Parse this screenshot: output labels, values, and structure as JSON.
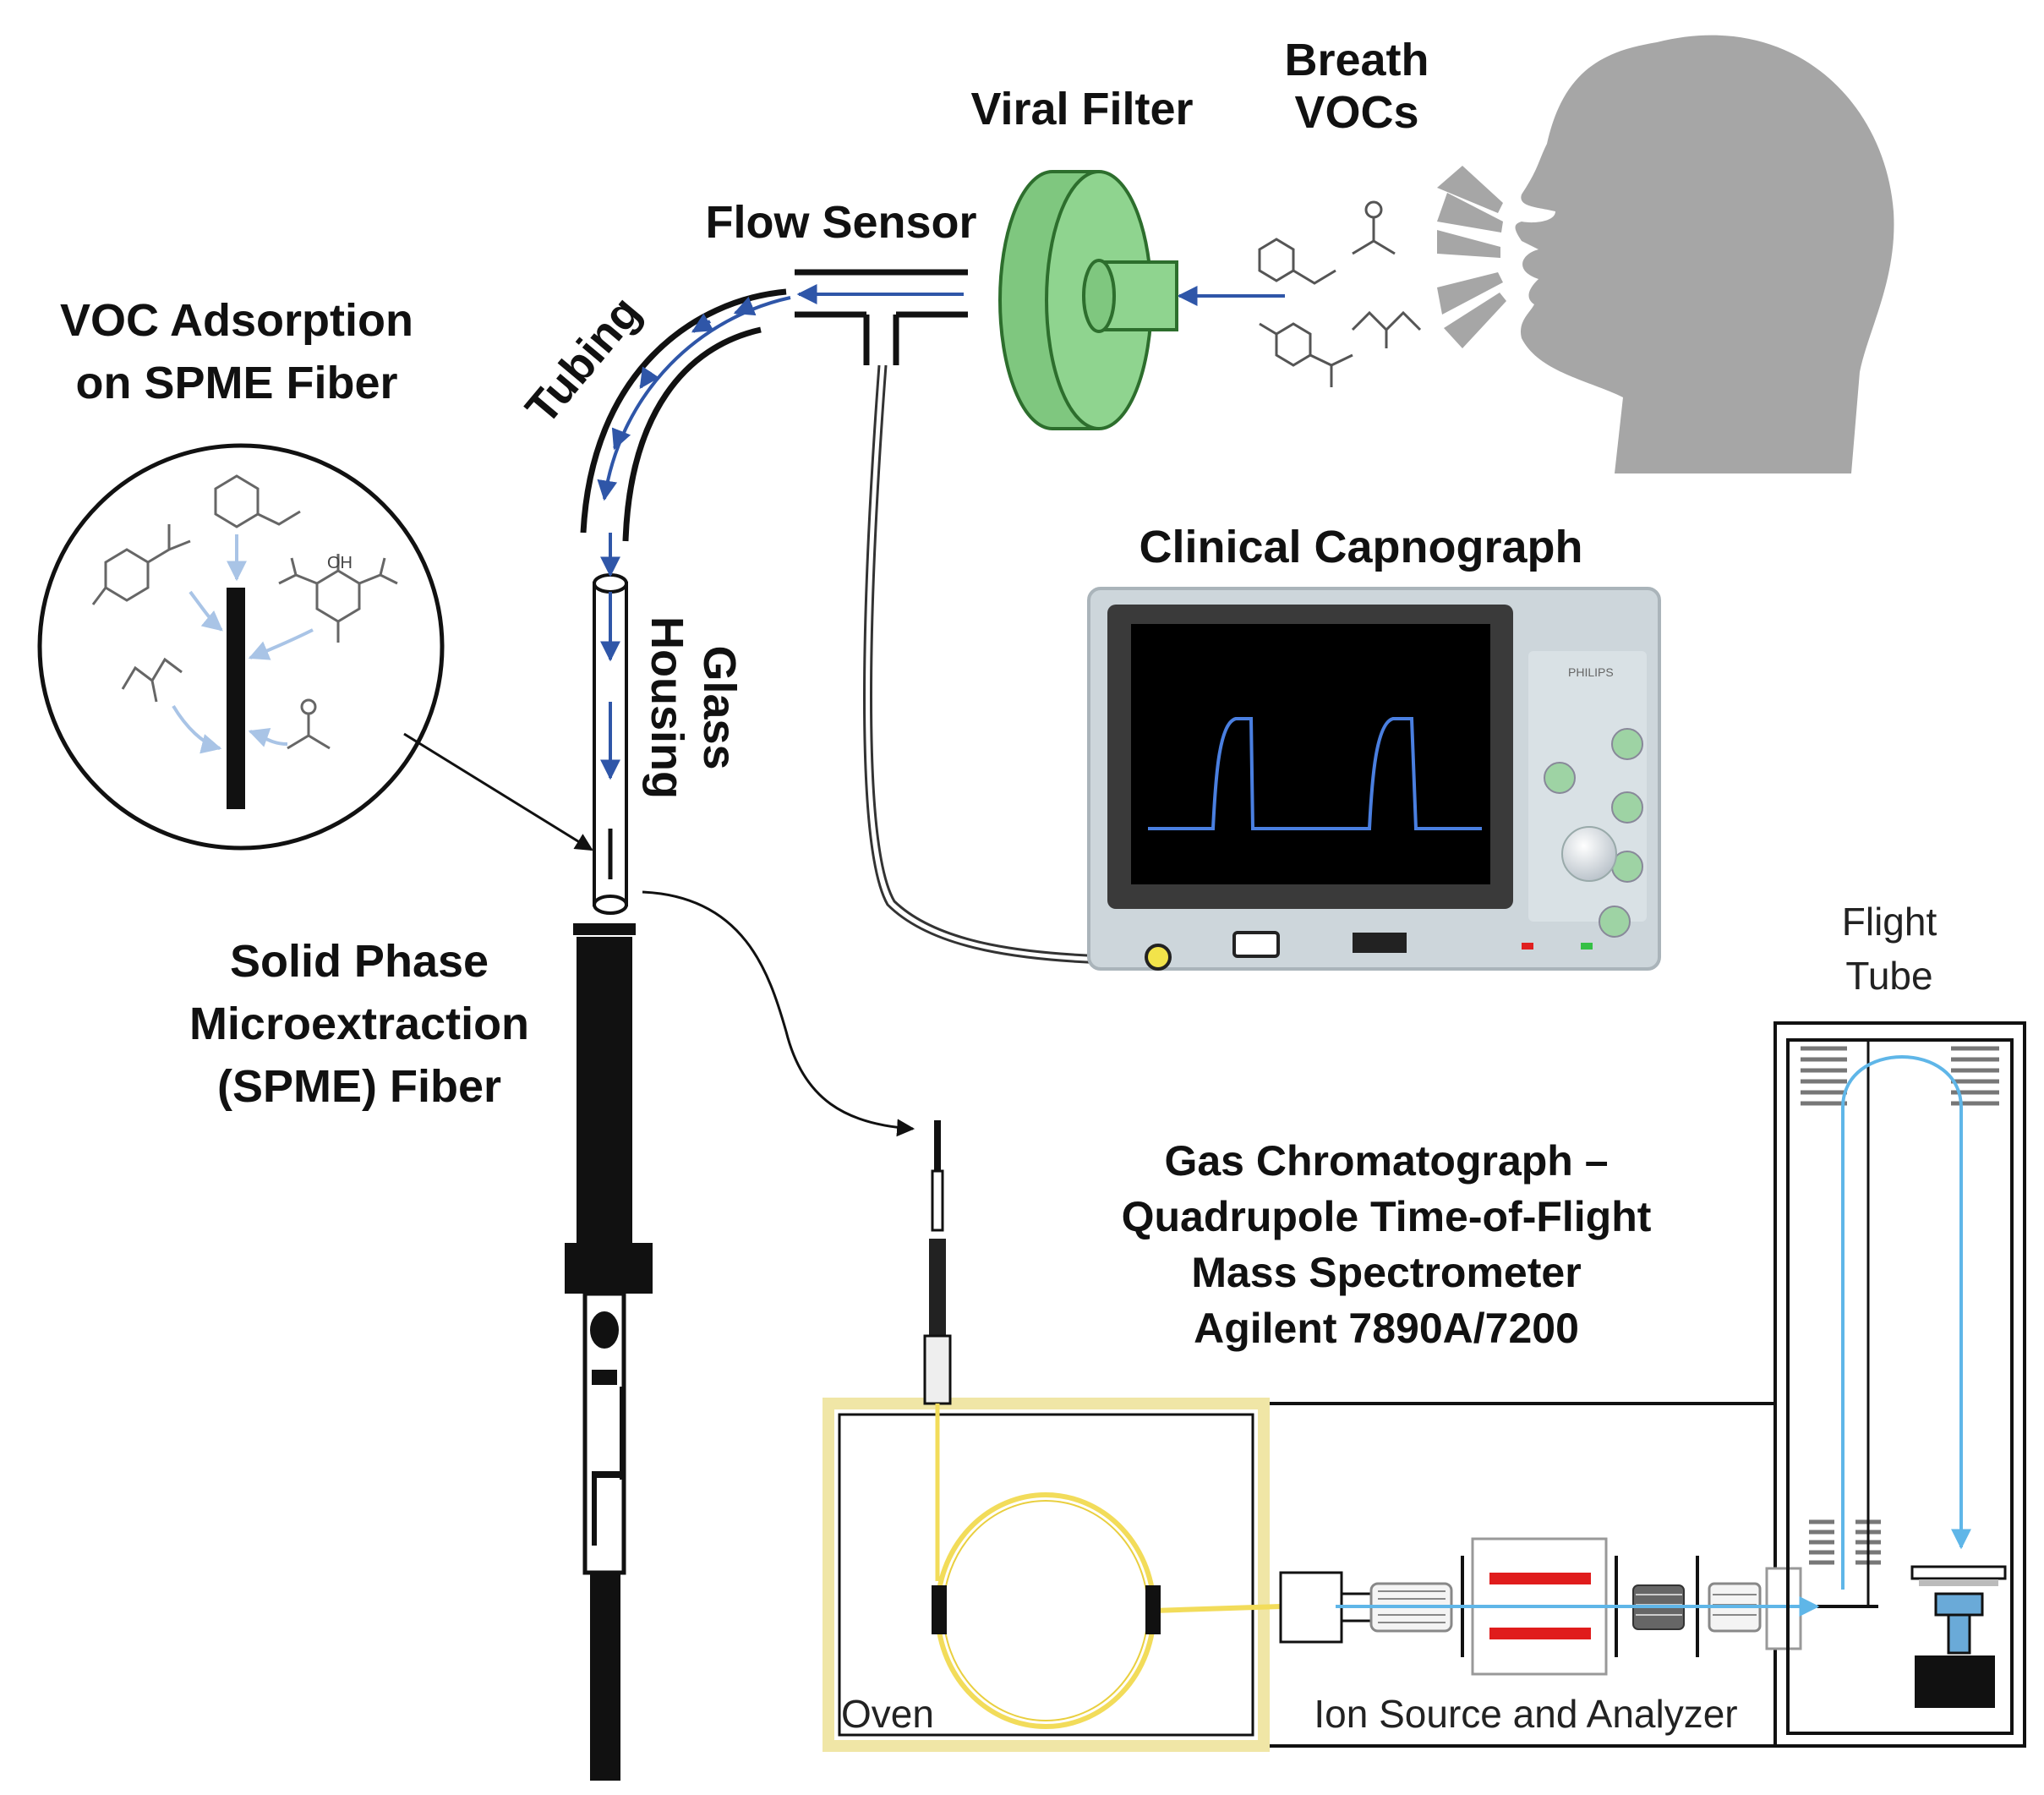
{
  "labels": {
    "breath_vocs": [
      "Breath",
      "VOCs"
    ],
    "viral_filter": "Viral Filter",
    "flow_sensor": "Flow Sensor",
    "tubing": "Tubing",
    "voc_adsorption": [
      "VOC Adsorption",
      "on SPME Fiber"
    ],
    "glass_housing": [
      "Glass",
      "Housing"
    ],
    "solid_phase": [
      "Solid Phase",
      "Microextraction",
      "(SPME) Fiber"
    ],
    "clinical_capnograph": "Clinical Capnograph",
    "gcms": [
      "Gas Chromatograph –",
      "Quadrupole Time-of-Flight",
      "Mass Spectrometer",
      "Agilent 7890A/7200"
    ],
    "flight_tube": [
      "Flight",
      "Tube"
    ],
    "oven": "Oven",
    "ion_source": "Ion Source and Analyzer",
    "monitor_brand": "PHILIPS",
    "molecule_oh": "OH",
    "molecule_o": "O"
  },
  "colors": {
    "flow_arrow": "#2f56a8",
    "filter_green": "#8fd48f",
    "filter_edge": "#2d6e2d",
    "head_gray": "#a6a6a6",
    "capnogram_trace": "#4a7fe0",
    "gc_column": "#f2dc5a",
    "oven_frame": "#f0e6a6",
    "ion_path": "#5fb6e8",
    "quad_rods": "#e01c1c",
    "detector_blue": "#6aaad8"
  }
}
